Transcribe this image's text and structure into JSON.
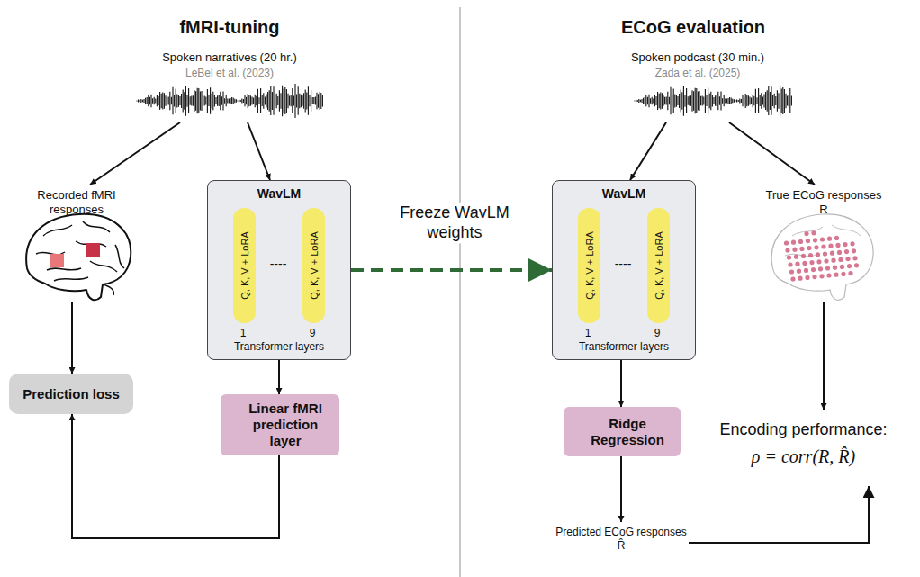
{
  "diagram": {
    "nodes": [
      {
        "text": [
          "Spoken narratives (20 hr.)",
          "LeBel et al. (2023)"
        ]
      },
      {
        "text": [
          "Recorded fMRI responses"
        ]
      },
      {
        "text": [
          "WavLM",
          "Transformer layers"
        ]
      },
      {
        "text": [
          "Q, K, V + LoRA"
        ],
        "in": 2
      },
      {
        "text": [
          "Q, K, V + LoRA"
        ],
        "in": 2
      },
      {
        "text": [
          "Prediction loss"
        ]
      },
      {
        "text": [
          "Linear fMRI prediction layer"
        ]
      },
      {
        "text": [
          "Spoken podcast (30 min.)",
          "Zada et al. (2025)"
        ]
      },
      {
        "text": [
          "WavLM",
          "Transformer layers"
        ]
      },
      {
        "text": [
          "Q, K, V + LoRA"
        ],
        "in": 8
      },
      {
        "text": [
          "Q, K, V + LoRA"
        ],
        "in": 8
      },
      {
        "text": [
          "True ECoG responses R"
        ]
      },
      {
        "text": [
          "Ridge Regression"
        ]
      },
      {
        "text": [
          "Encoding performance:",
          "ρ = corr(R, R̂)"
        ]
      },
      {
        "text": [
          "Predicted ECoG responses R̂"
        ]
      }
    ],
    "edges": [
      {
        "from": 0,
        "to": 1,
        "arrow": "to"
      },
      {
        "from": 0,
        "to": 2,
        "arrow": "to"
      },
      {
        "from": 1,
        "to": 5,
        "arrow": "to"
      },
      {
        "from": 2,
        "to": 6,
        "arrow": "to"
      },
      {
        "from": 6,
        "to": 5,
        "arrow": "to"
      },
      {
        "from": 2,
        "to": 8,
        "arrow": "to",
        "label": "Freeze WavLM weights"
      },
      {
        "from": 7,
        "to": 8,
        "arrow": "to"
      },
      {
        "from": 7,
        "to": 11,
        "arrow": "to"
      },
      {
        "from": 8,
        "to": 12,
        "arrow": "to"
      },
      {
        "from": 11,
        "to": 13,
        "arrow": "to"
      },
      {
        "from": 12,
        "to": 14,
        "arrow": "to"
      },
      {
        "from": 14,
        "to": 13,
        "arrow": "to"
      }
    ],
    "labels": [
      "fMRI-tuning",
      "ECoG evaluation",
      "1",
      "----",
      "9",
      "1",
      "----",
      "9"
    ]
  }
}
